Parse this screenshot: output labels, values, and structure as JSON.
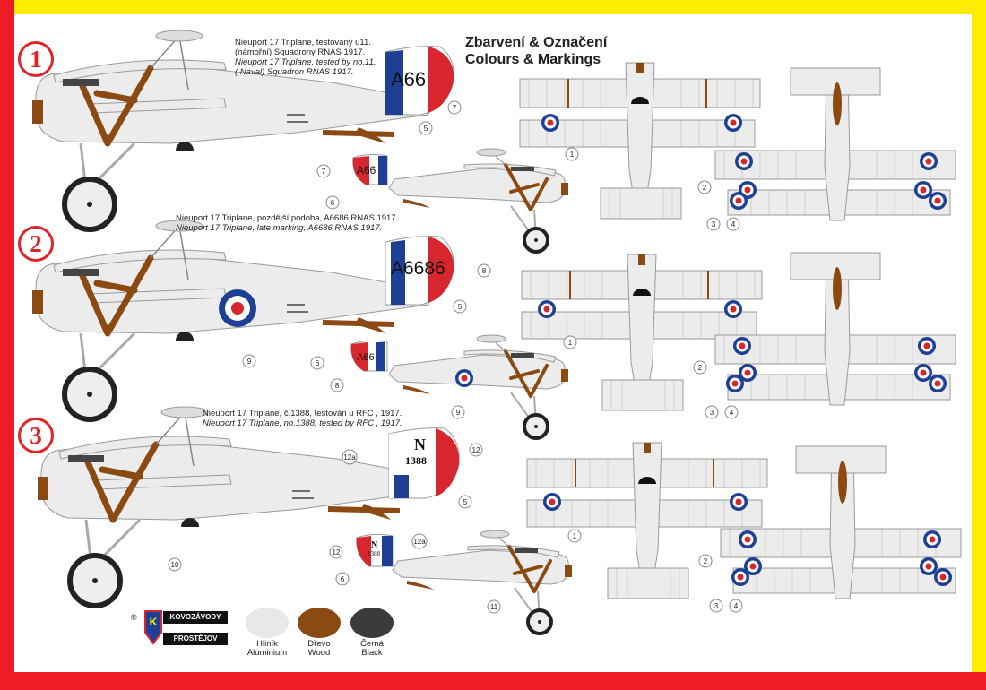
{
  "title": {
    "line1": "Zbarvení & Označení",
    "line2": "Colours & Markings"
  },
  "schemes": [
    {
      "number": "1",
      "caption_cz": "Nieuport 17 Triplane, testovaný u11. (námořní) Squadrony RNAS 1917.",
      "caption_en": "Nieuport 17 Triplane, tested by no.11. ( Naval) Squadron RNAS 1917.",
      "rudder_text": "A66",
      "small_rudder_text": "A66"
    },
    {
      "number": "2",
      "caption_cz": "Nieuport 17 Triplane, pozdější podoba, A6686,RNAS 1917.",
      "caption_en": "Nieuport 17 Triplane, late marking, A6686,RNAS 1917.",
      "rudder_text": "A6686",
      "small_rudder_text": "A66"
    },
    {
      "number": "3",
      "caption_cz": "Nieuport 17 Triplane, č.1388, testován u RFC , 1917.",
      "caption_en": "Nieuport 17 Triplane, no.1388, tested by RFC , 1917.",
      "rudder_text_top": "N",
      "rudder_text_bottom": "1388",
      "small_rudder_text_top": "N",
      "small_rudder_text_bottom": "1388"
    }
  ],
  "callouts": {
    "s1": [
      "7",
      "5",
      "7",
      "6",
      "1",
      "2",
      "3",
      "4"
    ],
    "s2": [
      "8",
      "5",
      "6",
      "8",
      "9",
      "9",
      "1",
      "2",
      "3",
      "4"
    ],
    "s3": [
      "12a",
      "12",
      "5",
      "10",
      "12",
      "6",
      "12a",
      "11",
      "1",
      "2",
      "3",
      "4"
    ]
  },
  "paints": [
    {
      "cz": "Hliník",
      "en": "Aluminium",
      "color": "#e8e8e8"
    },
    {
      "cz": "Dřevo",
      "en": "Wood",
      "color": "#8b4a12"
    },
    {
      "cz": "Černá",
      "en": "Black",
      "color": "#3a3a3a"
    }
  ],
  "brand": {
    "line1": "KOVOZÁVODY",
    "line2": "PROSTĚJOV",
    "copyright": "©"
  },
  "colors": {
    "frame_red": "#ee1c24",
    "frame_yellow": "#ffec00",
    "roundel_blue": "#1d3f94",
    "roundel_red": "#d7262e",
    "wood": "#8b4a12",
    "fabric": "#e8e8e8"
  }
}
